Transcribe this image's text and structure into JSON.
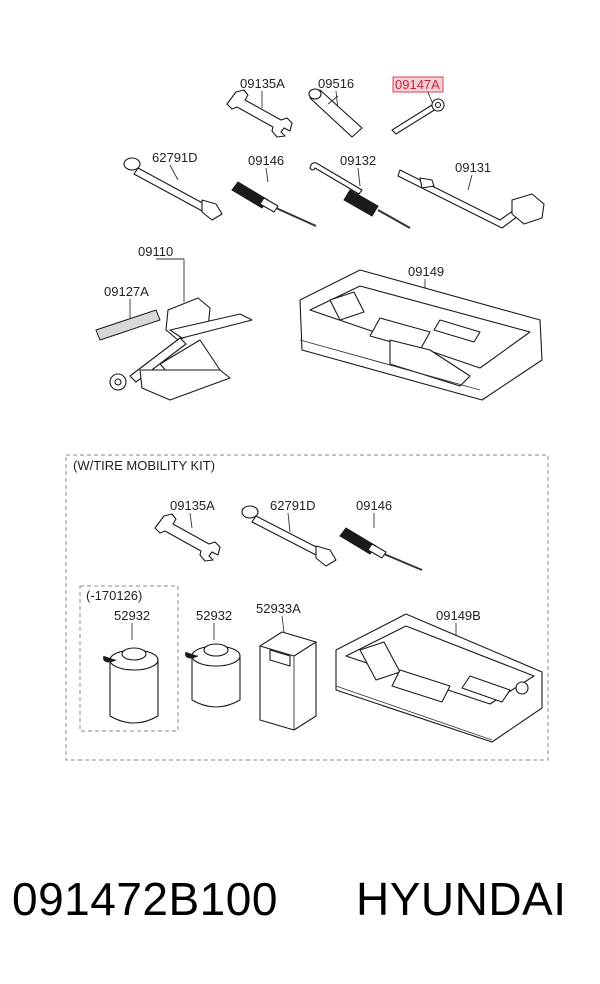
{
  "labels": {
    "p09135A_top": "09135A",
    "p09516": "09516",
    "p09147A": "09147A",
    "p62791D_top": "62791D",
    "p09146_top": "09146",
    "p09132": "09132",
    "p09131": "09131",
    "p09110": "09110",
    "p09127A": "09127A",
    "p09149": "09149",
    "kit_title": "(W/TIRE MOBILITY KIT)",
    "p09135A_kit": "09135A",
    "p62791D_kit": "62791D",
    "p09146_kit": "09146",
    "sub_range": "(-170126)",
    "p52932_a": "52932",
    "p52932_b": "52932",
    "p52933A": "52933A",
    "p09149B": "09149B"
  },
  "footer": {
    "part_number": "091472B100",
    "brand": "HYUNDAI"
  },
  "colors": {
    "highlight_fill": "#f7d0d6",
    "highlight_stroke": "#d9445a"
  }
}
